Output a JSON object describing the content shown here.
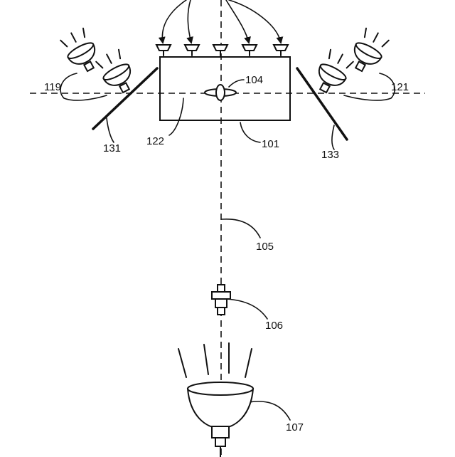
{
  "diagram": {
    "labels": {
      "l104": "104",
      "l119": "119",
      "l121": "121",
      "l131": "131",
      "l122": "122",
      "l101": "101",
      "l133": "133",
      "l105": "105",
      "l106": "106",
      "l107": "107"
    }
  }
}
